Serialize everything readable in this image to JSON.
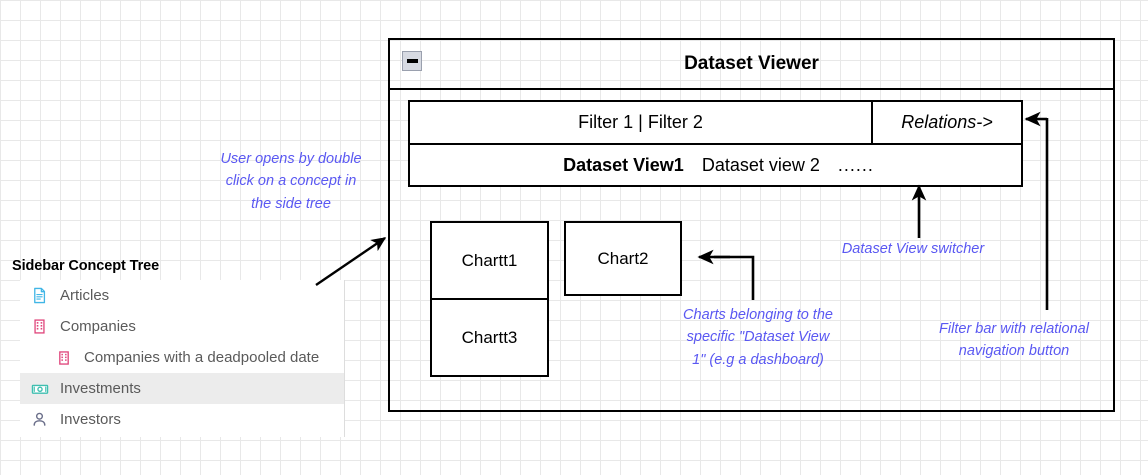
{
  "sidebar": {
    "title": "Sidebar Concept Tree",
    "items": [
      {
        "label": "Articles",
        "icon": "document-icon",
        "level": 0,
        "selected": false
      },
      {
        "label": "Companies",
        "icon": "building-icon",
        "level": 0,
        "selected": false
      },
      {
        "label": "Companies with a deadpooled date",
        "icon": "building-icon",
        "level": 1,
        "selected": false
      },
      {
        "label": "Investments",
        "icon": "banknote-icon",
        "level": 0,
        "selected": true
      },
      {
        "label": "Investors",
        "icon": "person-icon",
        "level": 0,
        "selected": false
      }
    ]
  },
  "viewer": {
    "title": "Dataset Viewer",
    "collapse_icon": "minus-icon",
    "filter_bar": {
      "filters_label": "Filter 1 | Filter 2",
      "relations_label": "Relations->"
    },
    "dataset_views": [
      {
        "label": "Dataset View1",
        "active": true
      },
      {
        "label": "Dataset view 2",
        "active": false
      },
      {
        "label": "......",
        "active": false
      }
    ],
    "charts": [
      {
        "label": "Chartt1"
      },
      {
        "label": "Chartt3"
      },
      {
        "label": "Chart2"
      }
    ]
  },
  "annotations": {
    "open_hint": "User opens by double\nclick on a concept in\nthe side tree",
    "view_switcher": "Dataset View switcher",
    "charts_hint": "Charts belonging to the\nspecific \"Dataset View\n1\" (e.g a dashboard)",
    "filter_bar_hint": "Filter bar  with relational\nnavigation button"
  },
  "colors": {
    "annotation_blue": "#5a58f2",
    "selected_row": "#ececec",
    "tree_text": "#5a5a5a",
    "icon_document": "#41b6e6",
    "icon_building": "#e0467c",
    "icon_banknote": "#3fbfb0",
    "icon_person": "#6b6f8a",
    "outline": "#000000"
  }
}
